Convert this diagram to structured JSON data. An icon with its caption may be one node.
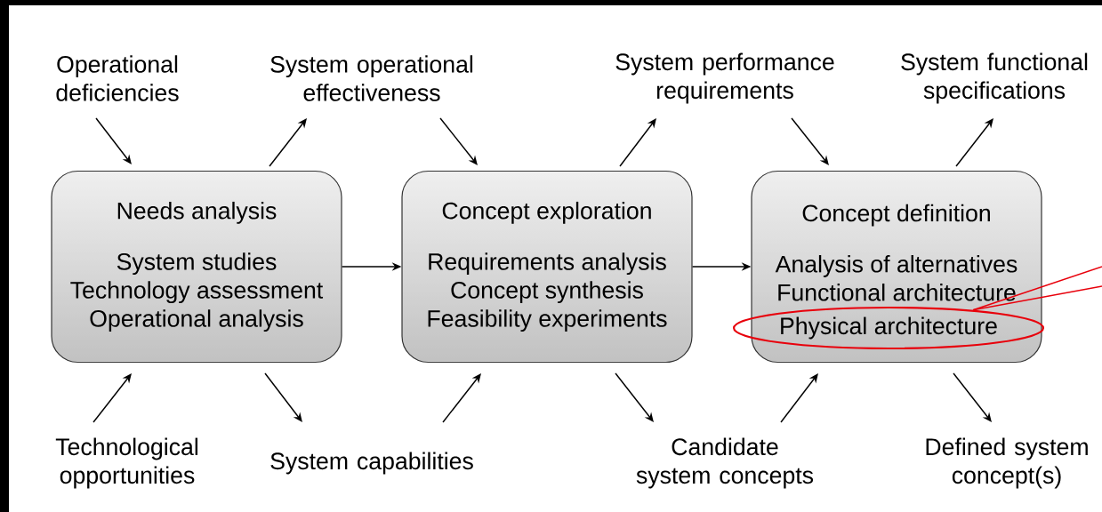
{
  "diagram": {
    "nodes": [
      {
        "text": [
          "Operational deficiencies"
        ]
      },
      {
        "text": [
          "System operational effectiveness"
        ]
      },
      {
        "text": [
          "System performance requirements"
        ]
      },
      {
        "text": [
          "System functional specifications"
        ]
      },
      {
        "text": [
          "Needs analysis",
          "System studies",
          "Technology assessment",
          "Operational analysis"
        ]
      },
      {
        "text": [
          "Concept exploration",
          "Requirements analysis",
          "Concept synthesis",
          "Feasibility experiments"
        ]
      },
      {
        "text": [
          "Concept definition",
          "Analysis of alternatives",
          "Functional architecture"
        ]
      },
      {
        "text": [
          "Physical architecture"
        ],
        "in": 6
      },
      {
        "text": [
          "Technological opportunities"
        ]
      },
      {
        "text": [
          "System capabilities"
        ]
      },
      {
        "text": [
          "Candidate system concepts"
        ]
      },
      {
        "text": [
          "Defined system concept(s)"
        ]
      }
    ],
    "edges": [
      {
        "from": 0,
        "to": 4,
        "arrow": "to"
      },
      {
        "from": 4,
        "to": 1,
        "arrow": "to"
      },
      {
        "from": 1,
        "to": 5,
        "arrow": "to"
      },
      {
        "from": 5,
        "to": 2,
        "arrow": "to"
      },
      {
        "from": 2,
        "to": 6,
        "arrow": "to"
      },
      {
        "from": 6,
        "to": 3,
        "arrow": "to"
      },
      {
        "from": 8,
        "to": 4,
        "arrow": "to"
      },
      {
        "from": 4,
        "to": 9,
        "arrow": "to"
      },
      {
        "from": 9,
        "to": 5,
        "arrow": "to"
      },
      {
        "from": 5,
        "to": 10,
        "arrow": "to"
      },
      {
        "from": 10,
        "to": 6,
        "arrow": "to"
      },
      {
        "from": 6,
        "to": 11,
        "arrow": "to"
      },
      {
        "from": 4,
        "to": 5,
        "arrow": "to"
      },
      {
        "from": 5,
        "to": 6,
        "arrow": "to"
      },
      {
        "from": null,
        "to": 7,
        "arrow": "none",
        "color": "#e8000b"
      },
      {
        "from": null,
        "to": 7,
        "arrow": "none",
        "color": "#e8000b"
      }
    ]
  }
}
